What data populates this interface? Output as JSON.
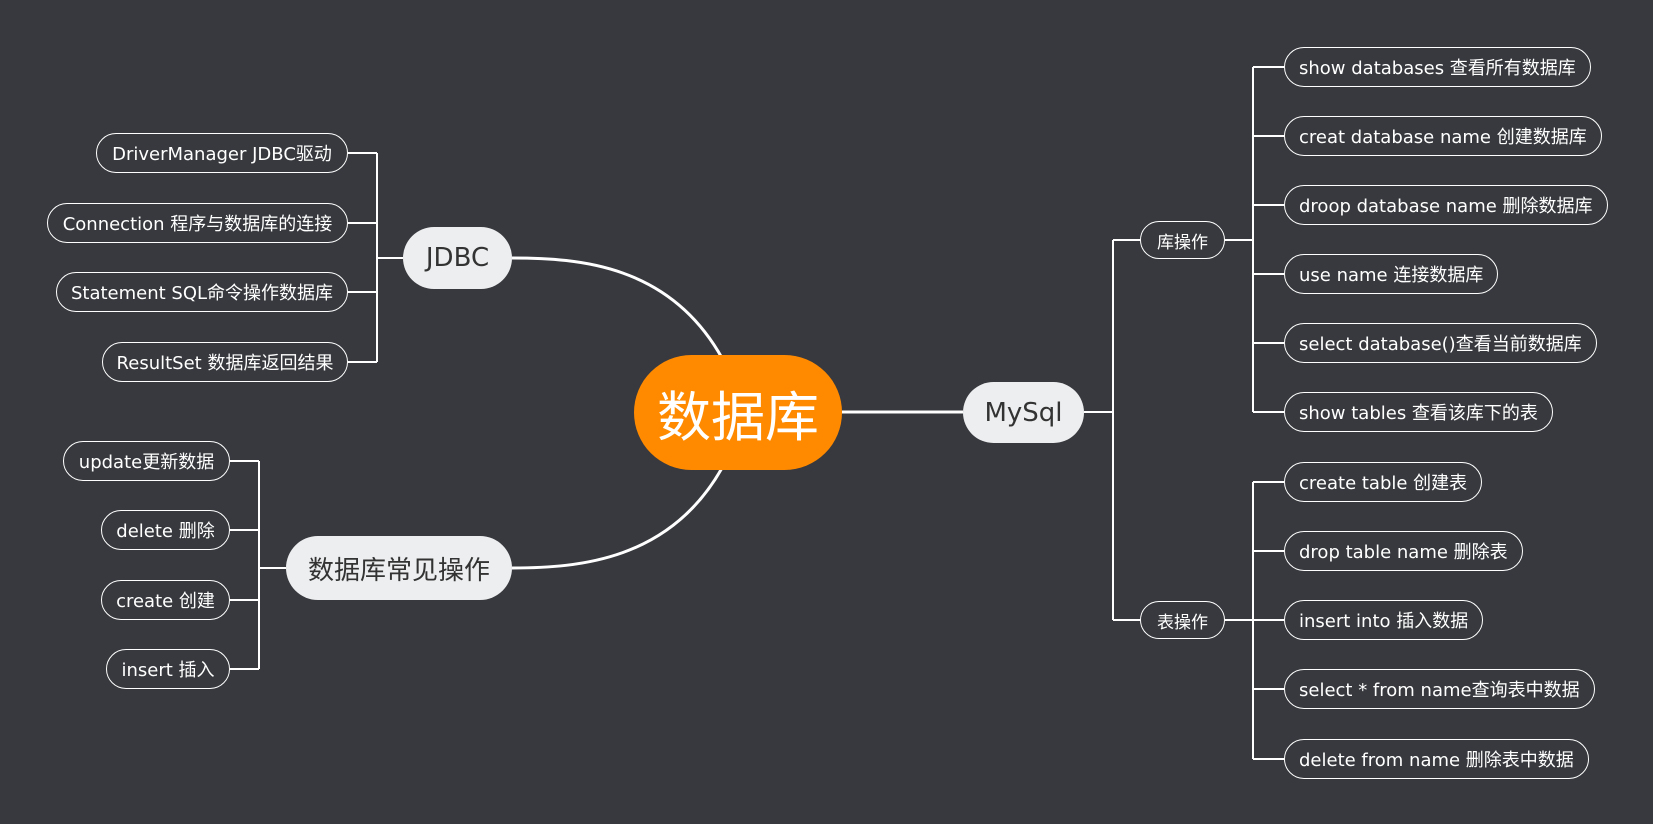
{
  "root": {
    "label": "数据库"
  },
  "branches": {
    "jdbc": {
      "label": "JDBC",
      "items": [
        "DriverManager JDBC驱动",
        "Connection 程序与数据库的连接",
        "Statement SQL命令操作数据库",
        "ResultSet 数据库返回结果"
      ]
    },
    "ops": {
      "label": "数据库常见操作",
      "items": [
        "update更新数据",
        "delete 删除",
        "create 创建",
        "insert 插入"
      ]
    },
    "mysql": {
      "label": "MySql",
      "groups": [
        {
          "label": "库操作",
          "items": [
            "show databases 查看所有数据库",
            "creat database name 创建数据库",
            "droop database name 删除数据库",
            "use name 连接数据库",
            "select database()查看当前数据库",
            "show tables 查看该库下的表"
          ]
        },
        {
          "label": "表操作",
          "items": [
            "create table 创建表",
            "drop table name 删除表",
            "insert into 插入数据",
            "select * from name查询表中数据",
            "delete from name 删除表中数据"
          ]
        }
      ]
    }
  },
  "colors": {
    "background": "#37393e",
    "root_fill": "#ff8a00",
    "branch_fill": "#eceeef",
    "line": "#ffffff"
  }
}
